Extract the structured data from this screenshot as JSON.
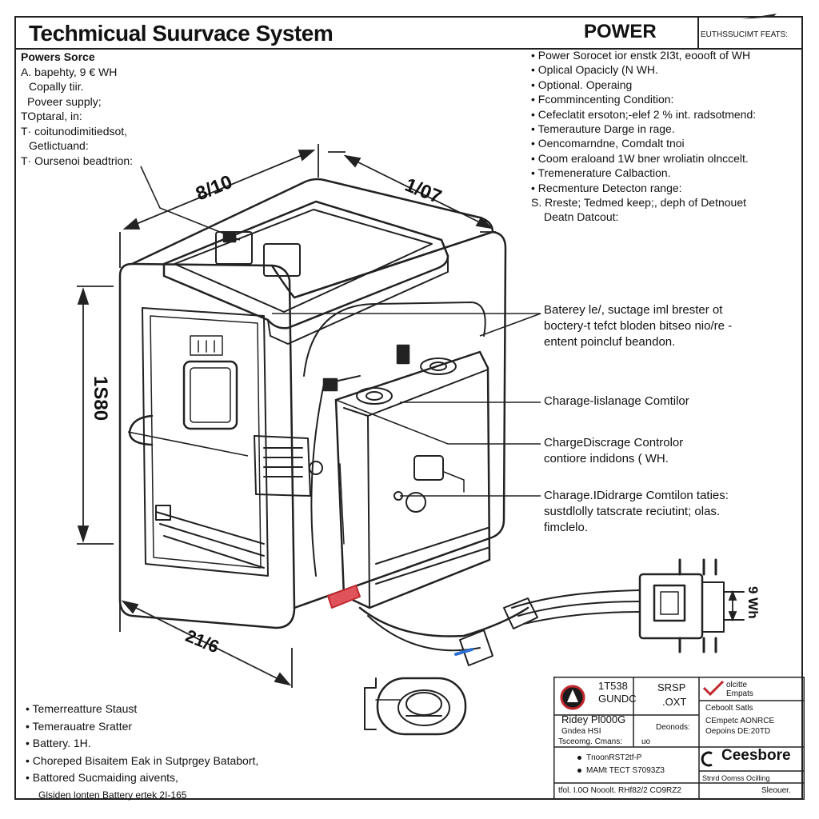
{
  "header": {
    "title": "Techmicual Suurvace System",
    "power_label": "POWER",
    "badge": "EUTHSSUCIMT FEATS:"
  },
  "left_notes": {
    "heading": "Powers Sorce",
    "lines": [
      "A.  bapehty,  9  € WH",
      "Copally  tiir.",
      "Poveer supply;",
      "TOptaral, in:",
      "T·  coitunodimitiedsot,",
      "Getlictuand:",
      "T·  Oursenoi beadtrion:"
    ]
  },
  "spec_list": [
    "•  Power Sorocet ior enstk 2I3t, eoooft of WH",
    "•  Oplical Opacicly (N  WH.",
    "•  Optional. Operaing",
    "•  Fcommincenting Condition:",
    "•  Cefeclatit ersoton;-elef 2 % int. radsotmend:",
    "•  Temerauture Darge in rage.",
    "•  Oencomarndne, Comdalt tnoi",
    "•  Coom eraloand 1W bner wroliatin olnccelt.",
    "•  Tremenerature Calbaction.",
    "•  Recmenture Detecton range:",
    "S.  Rreste;  Tedmed keep;, deph of Detnouet",
    "Deatn Datcout:"
  ],
  "dimensions": {
    "top_left": "8/10",
    "top_right": "1/07",
    "left_height": "1S80",
    "bottom": "21/6",
    "plug": "9 Wh"
  },
  "callouts": {
    "battery": [
      "Baterey le/,  suctage iml brester  ot",
      "boctery-t  tefct bloden bitseo nio/re -",
      "entent poincluf beandon."
    ],
    "charge1": [
      "Charage-lislanage Comtilor"
    ],
    "charge2": [
      "ChargeDiscrage Controlor",
      "contiore indidons ( WH."
    ],
    "charge3": [
      "Charage.IDidrarge Comtilon taties:",
      "sustdlolly tatscrate reciutint; olas.",
      "fimclelo."
    ]
  },
  "bottom_notes": [
    "•  Temerreatture Staust",
    "•  Temerauatre Sratter",
    "•  Battery. 1H.",
    "•  Choreped Bisaitem Eak in Sutprgey Batabort,",
    "•  Battored Sucmaiding aivents,"
  ],
  "bottom_note_last": "Glsiden lonten Battery ertek 2I-165",
  "title_block": {
    "r1_num": "1T538",
    "r1_code": "GUNDC",
    "r1_mid1": "SRSP",
    "r1_mid2": ".OXT",
    "r1_right1": "olcitte",
    "r1_right2": "Empats",
    "r2_left1": "Ridey Pl000G",
    "r2_left2": "Gndea  HSI",
    "r2_left3": "Tsceomg. Cmans:",
    "r2_left4": "uo",
    "r2_mid": "Deonods:",
    "r2_right1": "Ceboolt Satls",
    "r2_right2": "CEmpetc AONRCE",
    "r2_right3": "Oepoins DE:20TD",
    "r3_b1": "TnoonRST2tf-P",
    "r3_b2": "MAMt TECT S7093Z3",
    "brand": "Ceesbore",
    "r3_right": "Stnrd Oomss Ocilling",
    "footer_left": "tfol. I.0O Nooolt. RHf82/2 CO9RZ2",
    "footer_right": "Sleouer."
  }
}
